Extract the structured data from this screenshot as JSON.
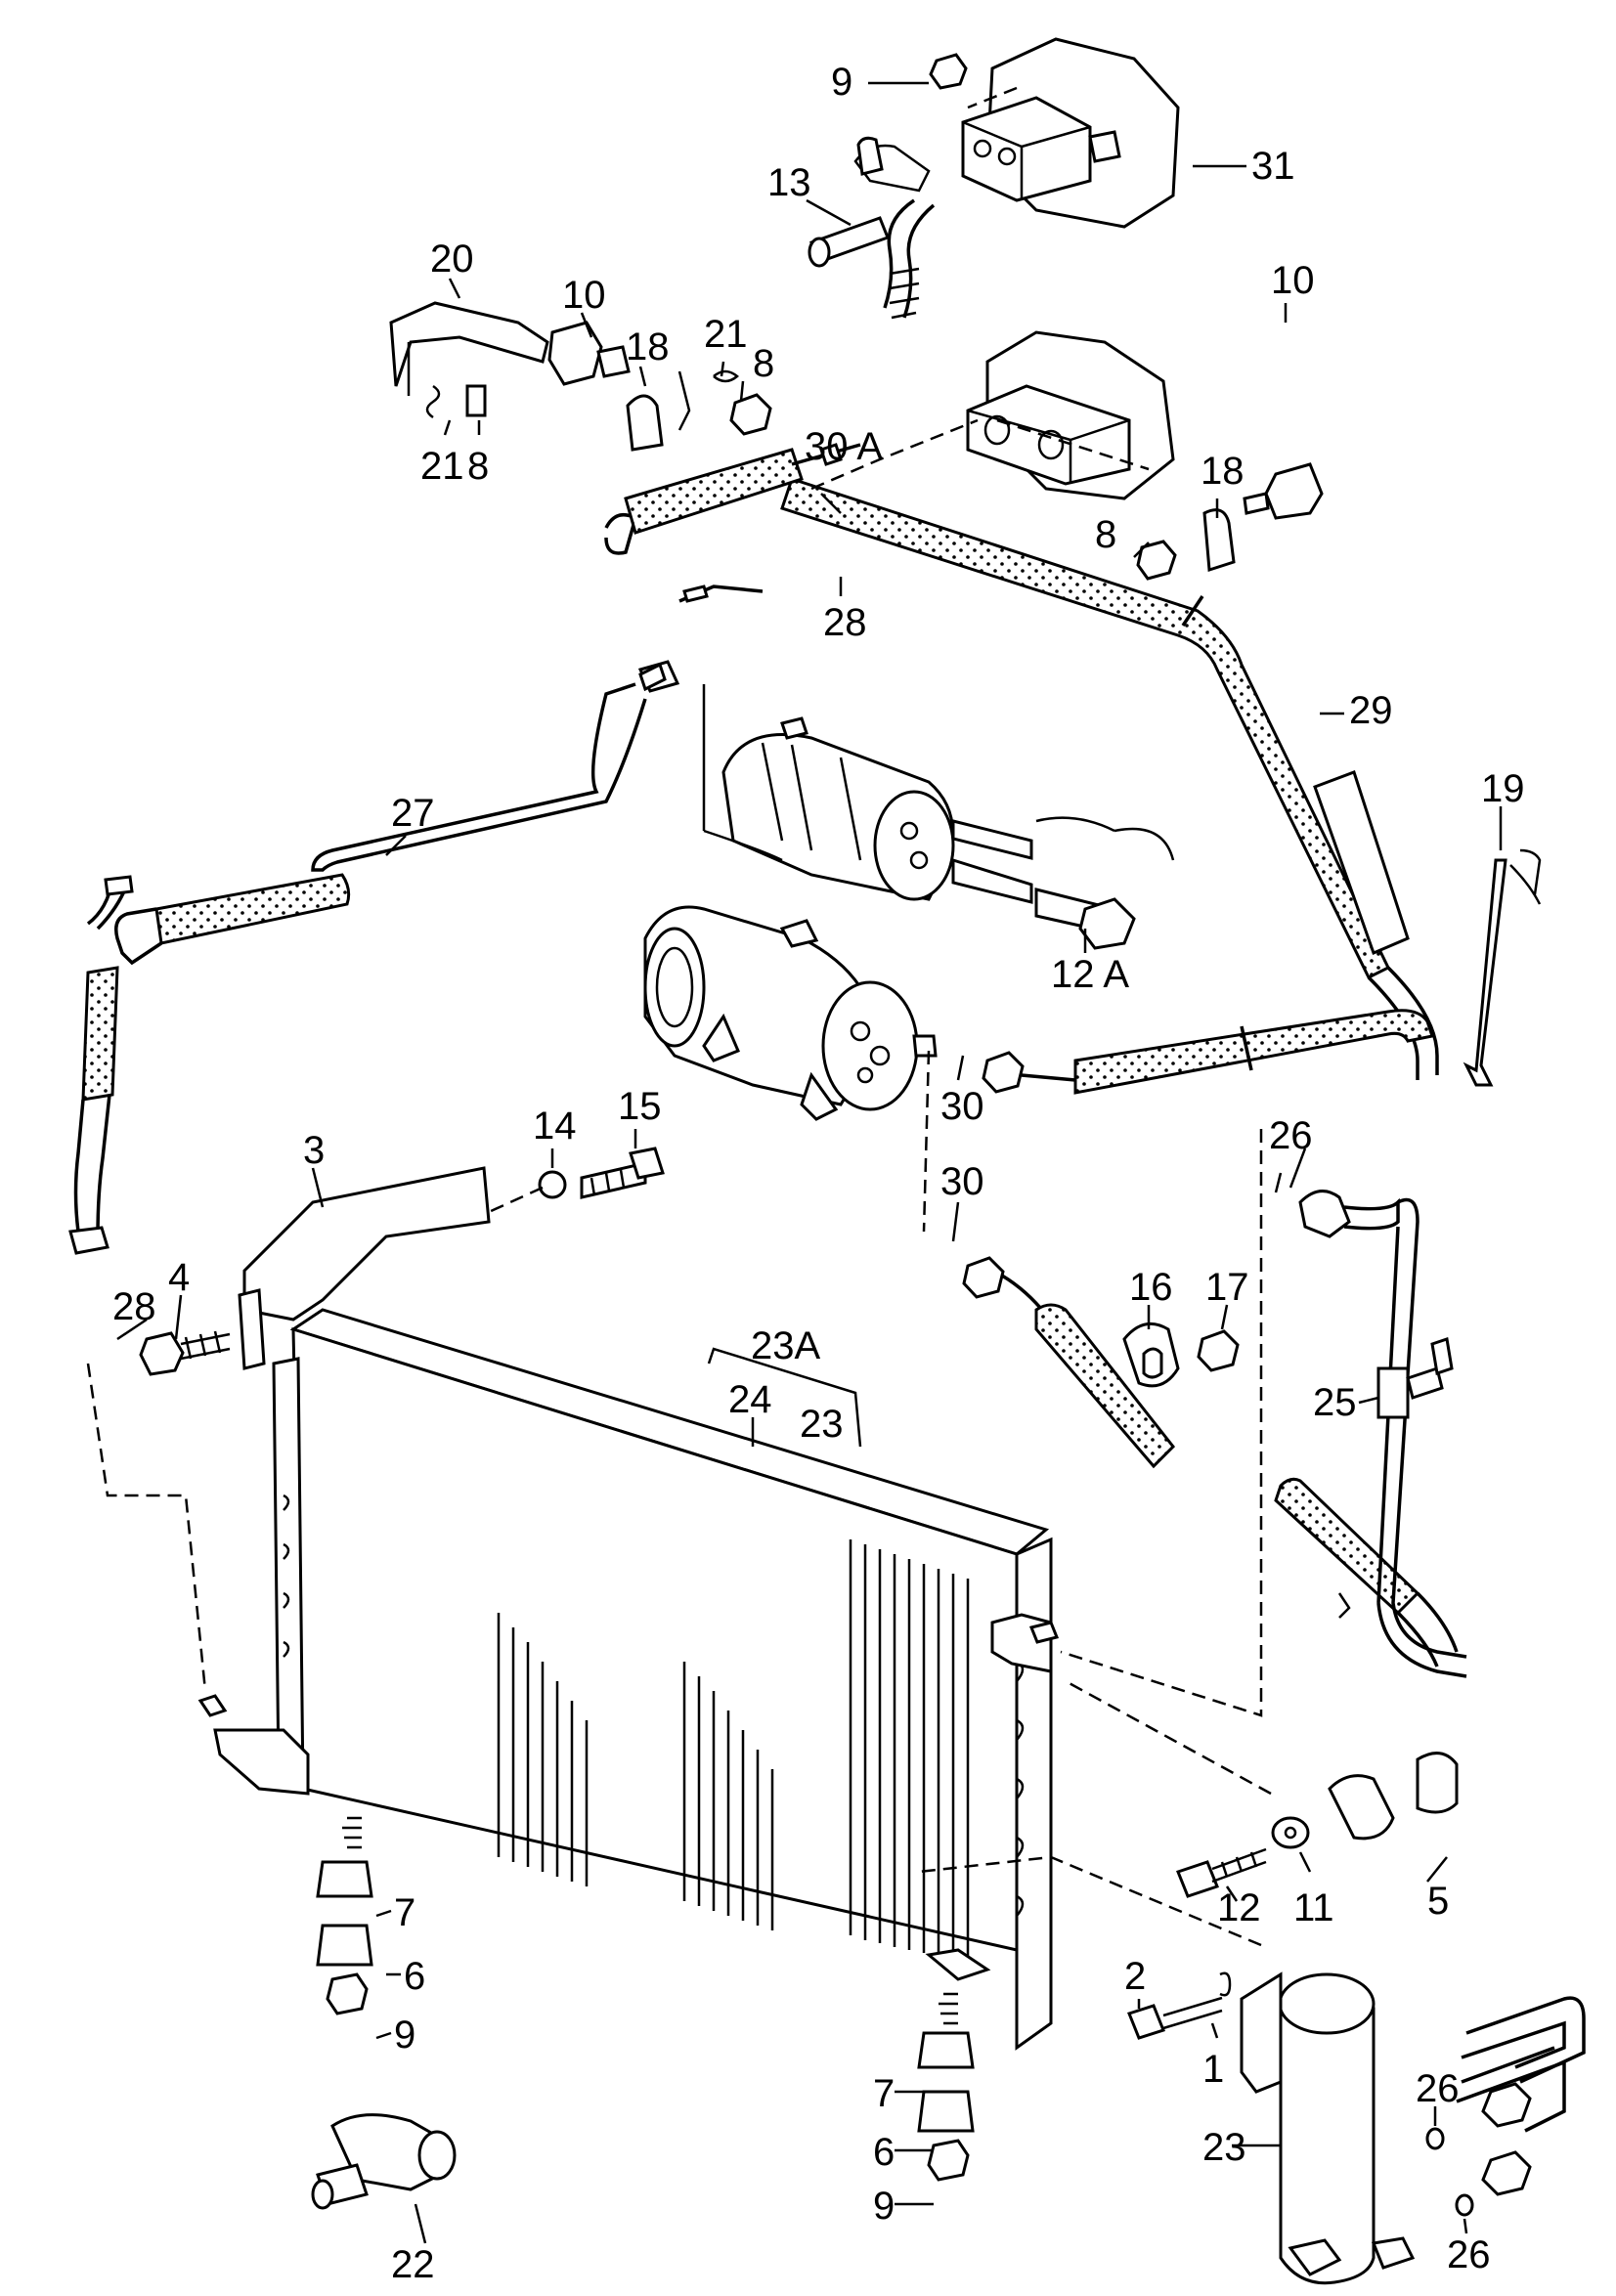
{
  "labels": {
    "l1": "1",
    "l2": "2",
    "l3": "3",
    "l4": "4",
    "l5": "5",
    "l6a": "6",
    "l6b": "6",
    "l7a": "7",
    "l7b": "7",
    "l8a": "8",
    "l8b": "8",
    "l8c": "8",
    "l9a": "9",
    "l9b": "9",
    "l9c": "9",
    "l10a": "10",
    "l10b": "10",
    "l11": "11",
    "l12": "12",
    "l12a": "12 A",
    "l13": "13",
    "l14": "14",
    "l15": "15",
    "l16": "16",
    "l17": "17",
    "l18a": "18",
    "l18b": "18",
    "l19": "19",
    "l20": "20",
    "l21a": "21",
    "l21b": "21",
    "l22": "22",
    "l23": "23",
    "l23b": "23",
    "l23a": "23A",
    "l24": "24",
    "l25": "25",
    "l26a": "26",
    "l26b": "26",
    "l26c": "26",
    "l27": "27",
    "l28a": "28",
    "l28b": "28",
    "l29": "29",
    "l30a": "30",
    "l30b": "30",
    "l30c": "30 A",
    "l31": "31"
  },
  "colors": {
    "ink": "#000000",
    "paper": "#ffffff"
  }
}
